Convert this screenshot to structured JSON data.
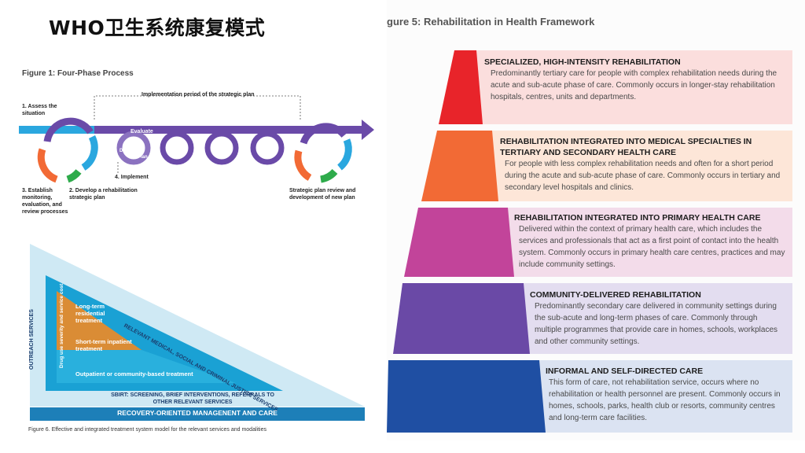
{
  "slide": {
    "title": "WHO卫生系统康复模式"
  },
  "figure1": {
    "title": "Figure 1: Four-Phase Process",
    "implementation_label": "Implementation period of the strategic plan",
    "step1": "1. Assess the situation",
    "step2": "2. Develop a rehabilitation strategic plan",
    "step3": "3. Establish monitoring, evaluation, and review processes",
    "step4": "4. Implement",
    "evaluate": "Evaluate",
    "do": "Do",
    "plan": "Plan",
    "review": "Strategic plan review and development of new plan"
  },
  "figure6": {
    "caption": "Figure 6. Effective and integrated treatment system model for the relevant services and modalities",
    "outreach": "OUTREACH SERVICES",
    "severity": "Drug use severity and service cost",
    "long_term": "Long-term residential treatment",
    "short_term": "Short-term inpatient treatment",
    "outpatient": "Outpatient or community-based treatment",
    "relevant": "RELEVANT MEDICAL, SOCIAL AND CRIMINAL JUSTICE SERVICES",
    "sbirt": "SBIRT: SCREENING, BRIEF INTERVENTIONS, REFERRALS TO OTHER RELEVANT SERVICES",
    "recovery": "RECOVERY-ORIENTED MANAGENENT AND CARE"
  },
  "figure5": {
    "title": "gure 5: Rehabilitation in Health Framework",
    "tiers": [
      {
        "heading": "SPECIALIZED, HIGH-INTENSITY REHABILITATION",
        "body": "Predominantly tertiary care for people with complex rehabilitation needs during the acute and sub-acute phase of care. Commonly occurs in longer-stay rehabilitation hospitals, centres, units and departments.",
        "color": "#e8242a",
        "bg": "#fbdedd"
      },
      {
        "heading": "REHABILITATION INTEGRATED INTO MEDICAL SPECIALTIES IN TERTIARY AND SECONDARY HEALTH CARE",
        "body": "For people with less complex rehabilitation needs and often for a short period during the acute and sub-acute phase of care. Commonly occurs in tertiary and secondary level hospitals and clinics.",
        "color": "#f26a35",
        "bg": "#fde6d8"
      },
      {
        "heading": "REHABILITATION INTEGRATED INTO PRIMARY HEALTH CARE",
        "body": "Delivered within the context of primary health care, which includes the services and professionals that act as a first point of contact into the health system. Commonly occurs in primary health care centres, practices and may include community settings.",
        "color": "#c2449a",
        "bg": "#f3dcea"
      },
      {
        "heading": "COMMUNITY-DELIVERED REHABILITATION",
        "body": "Predominantly secondary care delivered in community settings during the sub-acute and long-term phases of care. Commonly through multiple programmes that provide care in homes, schools, workplaces and other community settings.",
        "color": "#6a49a6",
        "bg": "#e3ddf0"
      },
      {
        "heading": "INFORMAL AND SELF-DIRECTED CARE",
        "body": "This form of care, not rehabilitation service, occurs where no rehabilitation or health personnel are present. Commonly occurs in homes, schools, parks, health club or resorts, community centres and long-term care facilities.",
        "color": "#1f4fa3",
        "bg": "#dbe3f2"
      }
    ]
  }
}
